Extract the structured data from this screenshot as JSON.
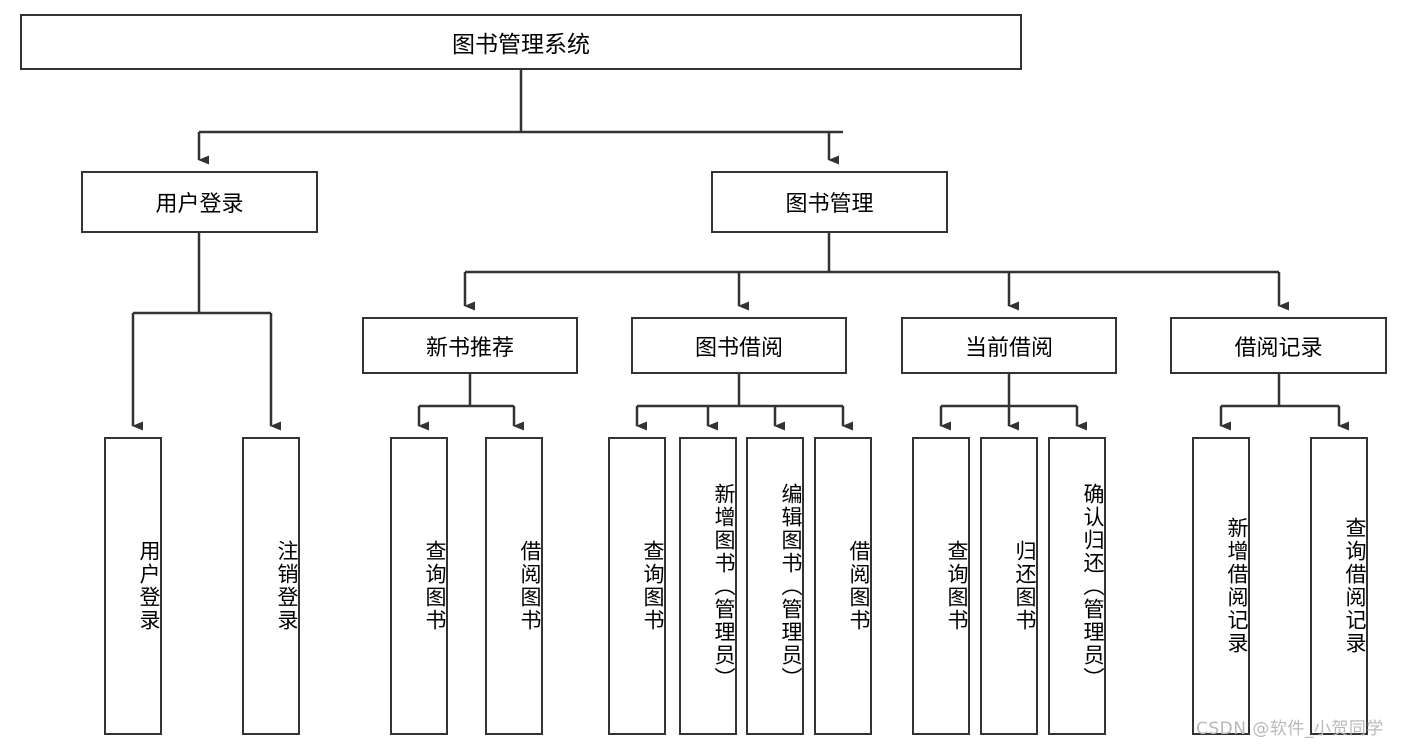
{
  "diagram": {
    "title": "图书管理系统",
    "type": "功能结构图",
    "colors": {
      "stroke": "#333333",
      "fill": "#ffffff",
      "text": "#000000",
      "watermark": "#b9b9b9"
    },
    "root": {
      "label": "图书管理系统"
    },
    "level2": [
      {
        "label": "用户登录"
      },
      {
        "label": "图书管理"
      }
    ],
    "level3": [
      {
        "label": "新书推荐"
      },
      {
        "label": "图书借阅"
      },
      {
        "label": "当前借阅"
      },
      {
        "label": "借阅记录"
      }
    ],
    "leaves": {
      "user_login": [
        {
          "label": "用户登录"
        },
        {
          "label": "注销登录"
        }
      ],
      "new_book": [
        {
          "label": "查询图书"
        },
        {
          "label": "借阅图书"
        }
      ],
      "borrow_book": [
        {
          "label": "查询图书"
        },
        {
          "label": "新增图书（管理员）"
        },
        {
          "label": "编辑图书（管理员）"
        },
        {
          "label": "借阅图书"
        }
      ],
      "current_borrow": [
        {
          "label": "查询图书"
        },
        {
          "label": "归还图书"
        },
        {
          "label": "确认归还（管理员）"
        }
      ],
      "borrow_record": [
        {
          "label": "新增借阅记录"
        },
        {
          "label": "查询借阅记录"
        }
      ]
    }
  },
  "watermark": {
    "text": "CSDN @软件_小贺同学"
  }
}
